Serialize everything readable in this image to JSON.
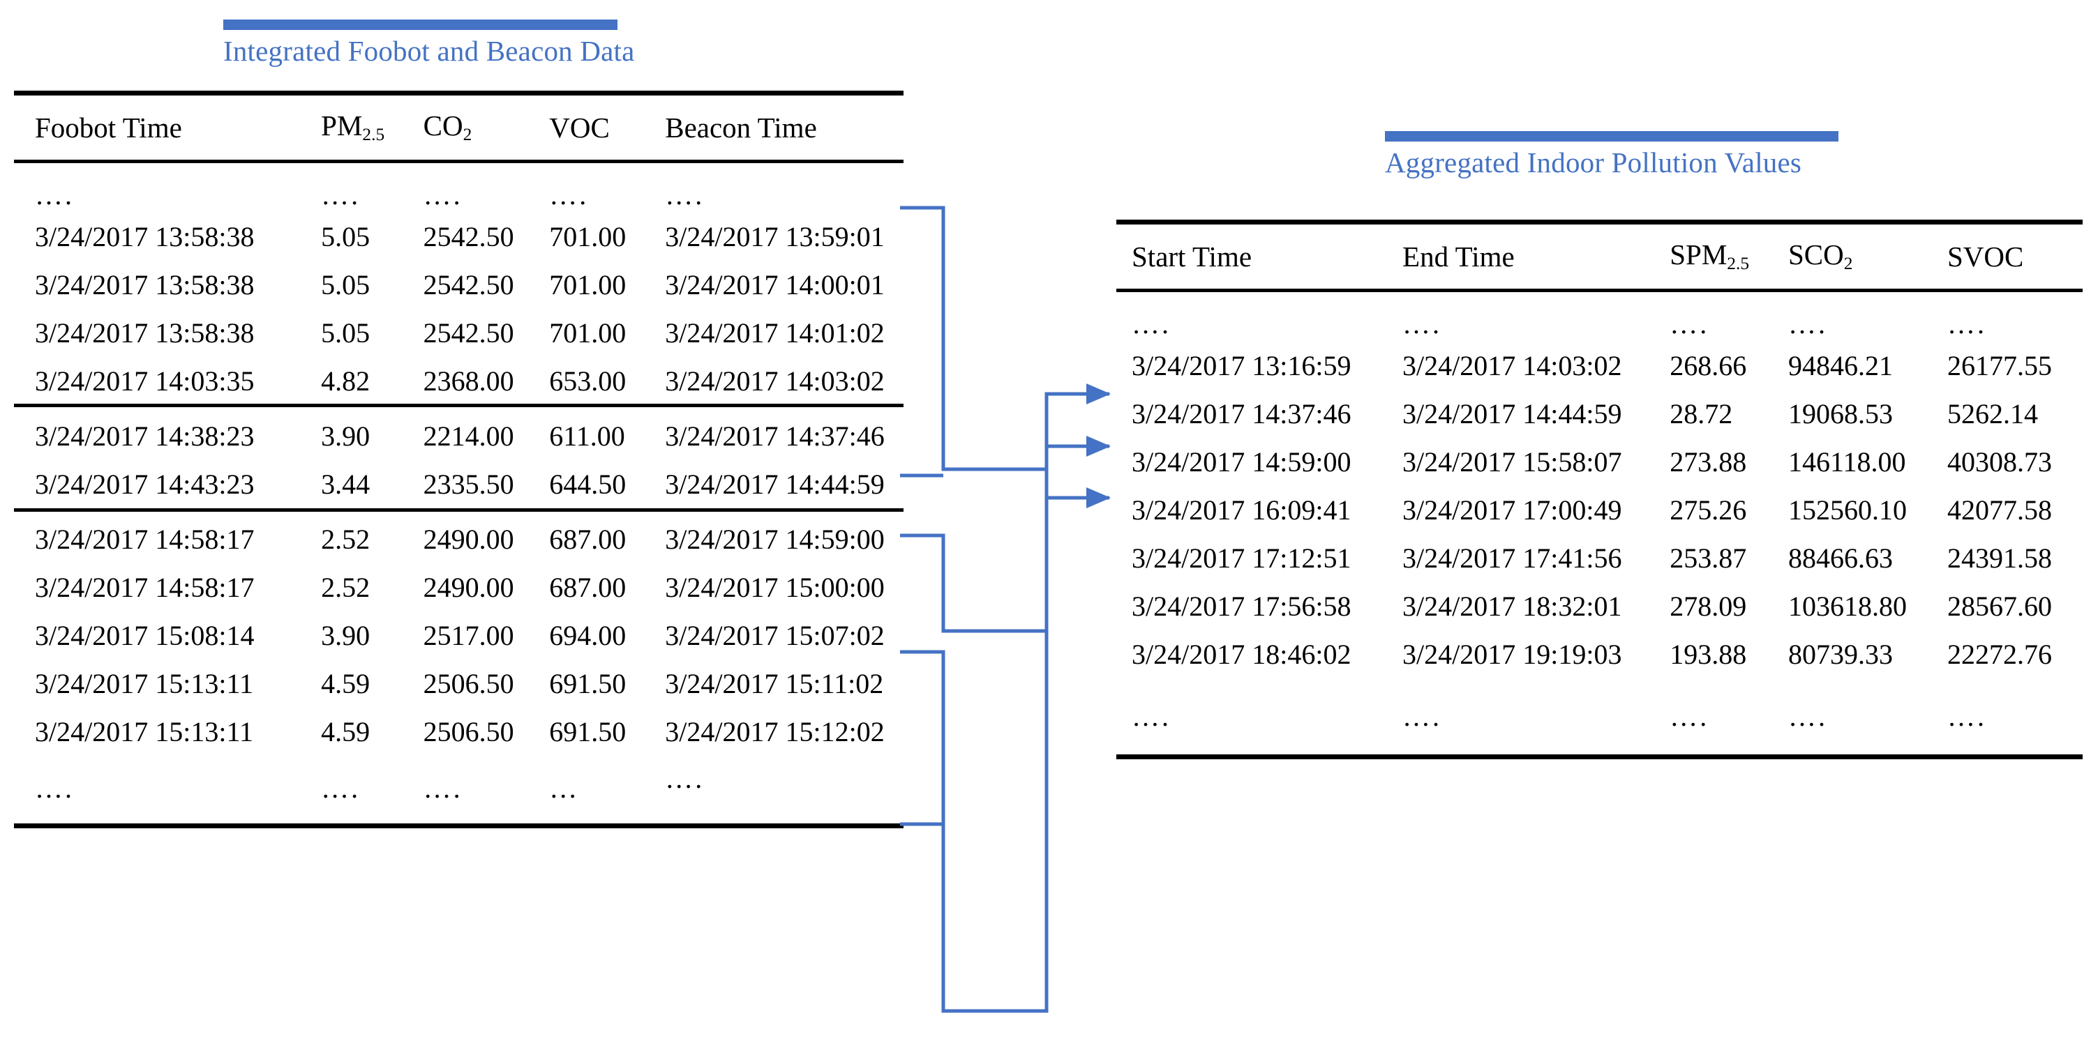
{
  "left_panel": {
    "title": "Integrated Foobot and Beacon Data",
    "accent_color": "#4472C4",
    "columns": [
      "Foobot Time",
      "PM",
      "CO",
      "VOC",
      "Beacon Time"
    ],
    "column_subscripts": {
      "pm": "2.5",
      "co2": "2"
    },
    "ellipsis": "….",
    "ellipsis_short": "…",
    "groups": [
      {
        "rows": [
          {
            "foobot_time": "3/24/2017 13:58:38",
            "pm25": "5.05",
            "co2": "2542.50",
            "voc": "701.00",
            "beacon_time": "3/24/2017 13:59:01"
          },
          {
            "foobot_time": "3/24/2017 13:58:38",
            "pm25": "5.05",
            "co2": "2542.50",
            "voc": "701.00",
            "beacon_time": "3/24/2017 14:00:01"
          },
          {
            "foobot_time": "3/24/2017 13:58:38",
            "pm25": "5.05",
            "co2": "2542.50",
            "voc": "701.00",
            "beacon_time": "3/24/2017 14:01:02"
          },
          {
            "foobot_time": "3/24/2017 14:03:35",
            "pm25": "4.82",
            "co2": "2368.00",
            "voc": "653.00",
            "beacon_time": "3/24/2017 14:03:02"
          }
        ]
      },
      {
        "rows": [
          {
            "foobot_time": "3/24/2017 14:38:23",
            "pm25": "3.90",
            "co2": "2214.00",
            "voc": "611.00",
            "beacon_time": "3/24/2017 14:37:46"
          },
          {
            "foobot_time": "3/24/2017 14:43:23",
            "pm25": "3.44",
            "co2": "2335.50",
            "voc": "644.50",
            "beacon_time": "3/24/2017 14:44:59"
          }
        ]
      },
      {
        "rows": [
          {
            "foobot_time": "3/24/2017 14:58:17",
            "pm25": "2.52",
            "co2": "2490.00",
            "voc": "687.00",
            "beacon_time": "3/24/2017 14:59:00"
          },
          {
            "foobot_time": "3/24/2017 14:58:17",
            "pm25": "2.52",
            "co2": "2490.00",
            "voc": "687.00",
            "beacon_time": "3/24/2017 15:00:00"
          },
          {
            "foobot_time": "3/24/2017 15:08:14",
            "pm25": "3.90",
            "co2": "2517.00",
            "voc": "694.00",
            "beacon_time": "3/24/2017 15:07:02"
          },
          {
            "foobot_time": "3/24/2017 15:13:11",
            "pm25": "4.59",
            "co2": "2506.50",
            "voc": "691.50",
            "beacon_time": "3/24/2017 15:11:02"
          },
          {
            "foobot_time": "3/24/2017 15:13:11",
            "pm25": "4.59",
            "co2": "2506.50",
            "voc": "691.50",
            "beacon_time": "3/24/2017 15:12:02"
          }
        ]
      }
    ]
  },
  "right_panel": {
    "title": "Aggregated Indoor Pollution Values",
    "accent_color": "#4472C4",
    "columns": [
      "Start Time",
      "End Time",
      "SPM",
      "SCO",
      "SVOC"
    ],
    "column_subscripts": {
      "spm": "2.5",
      "sco2": "2"
    },
    "ellipsis": "….",
    "rows": [
      {
        "start_time": "3/24/2017 13:16:59",
        "end_time": "3/24/2017 14:03:02",
        "spm25": "268.66",
        "sco2": "94846.21",
        "svoc": "26177.55"
      },
      {
        "start_time": "3/24/2017 14:37:46",
        "end_time": "3/24/2017 14:44:59",
        "spm25": "28.72",
        "sco2": "19068.53",
        "svoc": "5262.14"
      },
      {
        "start_time": "3/24/2017 14:59:00",
        "end_time": "3/24/2017 15:58:07",
        "spm25": "273.88",
        "sco2": "146118.00",
        "svoc": "40308.73"
      },
      {
        "start_time": "3/24/2017 16:09:41",
        "end_time": "3/24/2017 17:00:49",
        "spm25": "275.26",
        "sco2": "152560.10",
        "svoc": "42077.58"
      },
      {
        "start_time": "3/24/2017 17:12:51",
        "end_time": "3/24/2017 17:41:56",
        "spm25": "253.87",
        "sco2": "88466.63",
        "svoc": "24391.58"
      },
      {
        "start_time": "3/24/2017 17:56:58",
        "end_time": "3/24/2017 18:32:01",
        "spm25": "278.09",
        "sco2": "103618.80",
        "svoc": "28567.60"
      },
      {
        "start_time": "3/24/2017 18:46:02",
        "end_time": "3/24/2017 19:19:03",
        "spm25": "193.88",
        "sco2": "80739.33",
        "svoc": "22272.76"
      }
    ]
  },
  "connectors": {
    "color": "#4472C4",
    "count": 3,
    "description": "Three elbow connectors mapping grouped Foobot/Beacon row blocks to aggregated rows"
  }
}
